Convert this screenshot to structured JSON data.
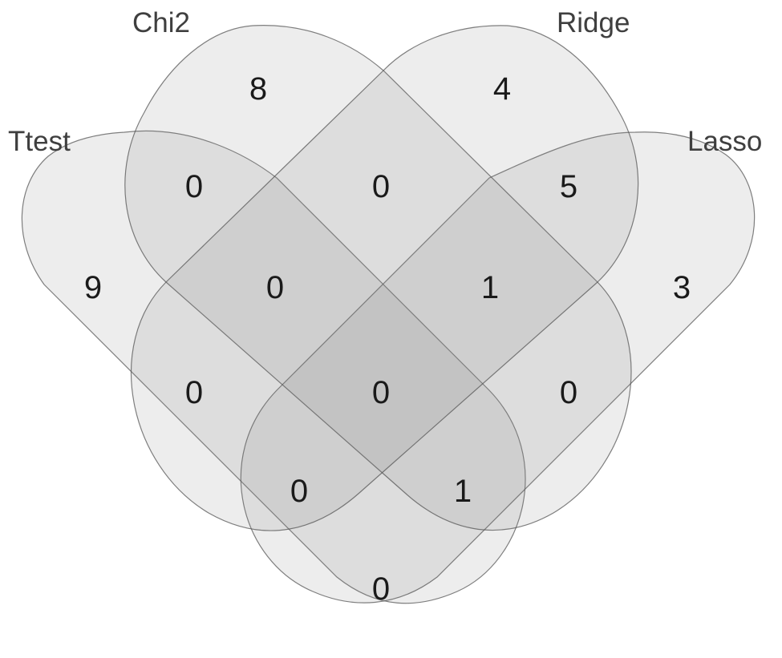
{
  "sets": {
    "ttest": "Ttest",
    "chi2": "Chi2",
    "ridge": "Ridge",
    "lasso": "Lasso"
  },
  "regions": {
    "ttest_only": "9",
    "chi2_only": "8",
    "ridge_only": "4",
    "lasso_only": "3",
    "ttest_chi2": "0",
    "chi2_ridge": "0",
    "ridge_lasso": "5",
    "ttest_chi2_ridge": "0",
    "chi2_ridge_lasso": "1",
    "ttest_ridge": "0",
    "all_four": "0",
    "chi2_lasso": "0",
    "ttest_ridge_lasso": "0",
    "ttest_chi2_lasso": "1",
    "ttest_lasso": "0"
  },
  "colors": {
    "fill": "#7f7f7f",
    "stroke": "#555555",
    "text": "#1a1a1a"
  }
}
